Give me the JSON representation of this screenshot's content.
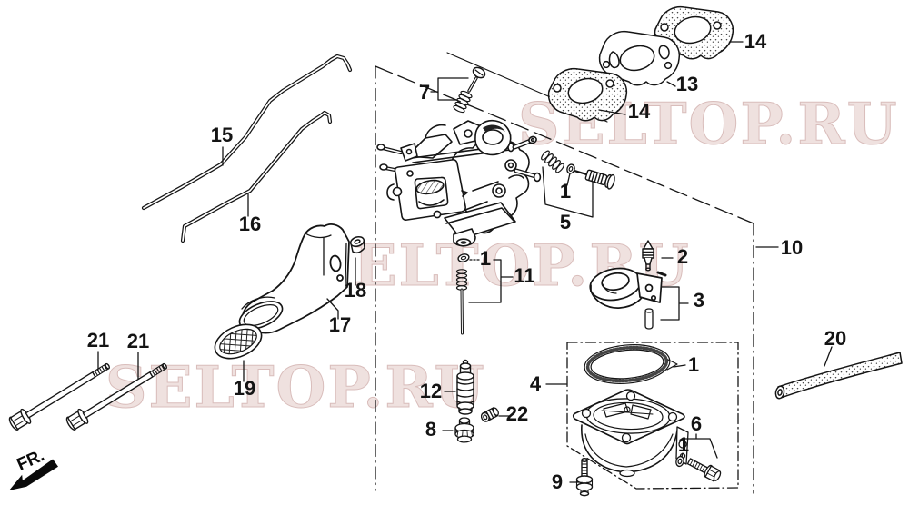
{
  "diagram": {
    "type": "exploded-parts-diagram",
    "subject": "carburetor",
    "front_marker": "FR.",
    "watermark": {
      "text": "SELTOP.RU",
      "fill": "#efe1df",
      "stroke": "#d9bdbb"
    },
    "callouts": [
      {
        "label": "7"
      },
      {
        "label": "14"
      },
      {
        "label": "13"
      },
      {
        "label": "14"
      },
      {
        "label": "15"
      },
      {
        "label": "16"
      },
      {
        "label": "1"
      },
      {
        "label": "5"
      },
      {
        "label": "10"
      },
      {
        "label": "2"
      },
      {
        "label": "3"
      },
      {
        "label": "1"
      },
      {
        "label": "11"
      },
      {
        "label": "18"
      },
      {
        "label": "17"
      },
      {
        "label": "21"
      },
      {
        "label": "21"
      },
      {
        "label": "19"
      },
      {
        "label": "12"
      },
      {
        "label": "22"
      },
      {
        "label": "8"
      },
      {
        "label": "4"
      },
      {
        "label": "1"
      },
      {
        "label": "20"
      },
      {
        "label": "6"
      },
      {
        "label": "1"
      },
      {
        "label": "9"
      }
    ]
  },
  "colors": {
    "line": "#151515",
    "background": "#ffffff"
  }
}
